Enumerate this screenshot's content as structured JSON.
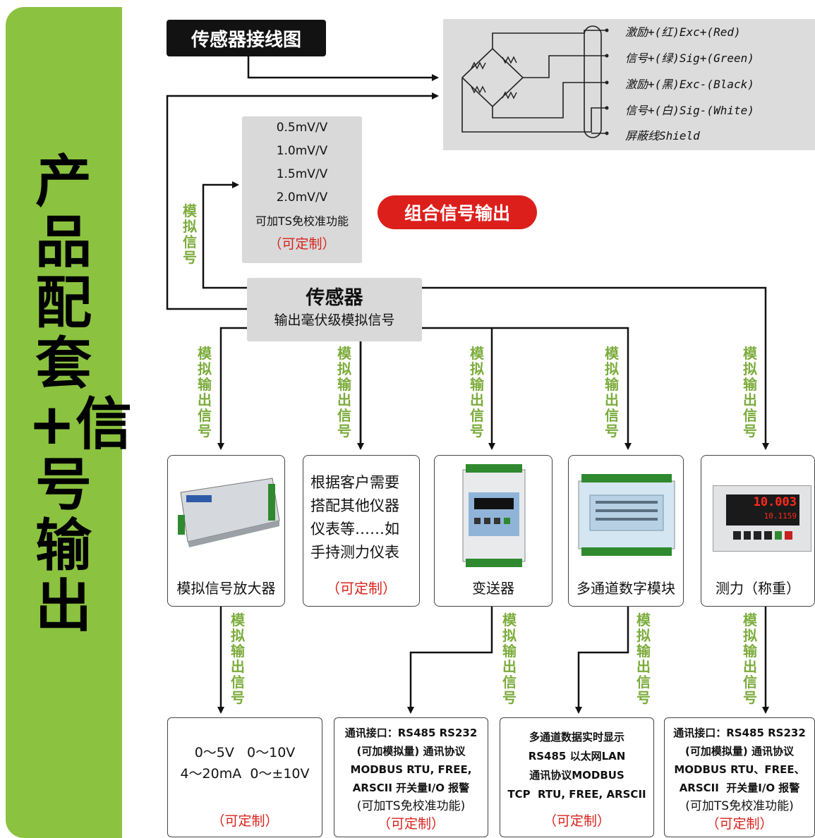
{
  "side_title": "产品配套+信号输出",
  "wiring_title": "传感器接线图",
  "wires": [
    {
      "label": "激励+(红)Exc+(Red)"
    },
    {
      "label": "信号+(绿)Sig+(Green)"
    },
    {
      "label": "激励+(黑)Exc-(Black)"
    },
    {
      "label": "信号+(白)Sig-(White)"
    },
    {
      "label": "屏蔽线Shield"
    }
  ],
  "spec_box": {
    "lines": [
      "0.5mV/V",
      "1.0mV/V",
      "1.5mV/V",
      "2.0mV/V",
      "可加TS免校准功能"
    ],
    "custom": "（可定制）"
  },
  "combo_label": "组合信号输出",
  "sensor": {
    "title": "传感器",
    "subtitle": "输出毫伏级模拟信号"
  },
  "analog_label": "模拟信号",
  "analog_output_label": "模拟输出信号",
  "products": {
    "amplifier": {
      "label": "模拟信号放大器"
    },
    "other": {
      "lines": [
        "根据客户需要",
        "搭配其他仪器",
        "仪表等……如",
        "手持测力仪表"
      ],
      "custom": "（可定制）"
    },
    "transmitter": {
      "label": "变送器"
    },
    "multichannel": {
      "label": "多通道数字模块"
    },
    "force": {
      "label": "测力（称重）",
      "display_top": "10.003",
      "display_bottom": "10.1159"
    }
  },
  "outputs": {
    "amplifier": {
      "lines": [
        "0～5V   0～10V",
        "4～20mA  0～±10V"
      ],
      "custom": "（可定制）"
    },
    "transmitter": {
      "lines": [
        "通讯接口：RS485 RS232",
        "(可加模拟量) 通讯协议",
        "MODBUS RTU, FREE,",
        "ARSCII 开关量I/O 报警",
        "(可加TS免校准功能)"
      ],
      "custom": "（可定制）"
    },
    "multichannel": {
      "lines": [
        "多通道数据实时显示",
        "RS485 以太网LAN",
        "通讯协议MODBUS",
        "TCP  RTU, FREE, ARSCII"
      ],
      "custom": "（可定制）"
    },
    "force": {
      "lines": [
        "通讯接口：RS485 RS232",
        "(可加模拟量) 通讯协议",
        "MODBUS RTU、FREE、",
        "ARSCII  开关量I/O 报警",
        "(可加TS免校准功能)"
      ],
      "custom": "（可定制）"
    }
  },
  "colors": {
    "side_green": "#8bc23f",
    "label_green": "#7cac3c",
    "custom_red": "#d8231c",
    "badge_red": "#dd1f1c"
  }
}
